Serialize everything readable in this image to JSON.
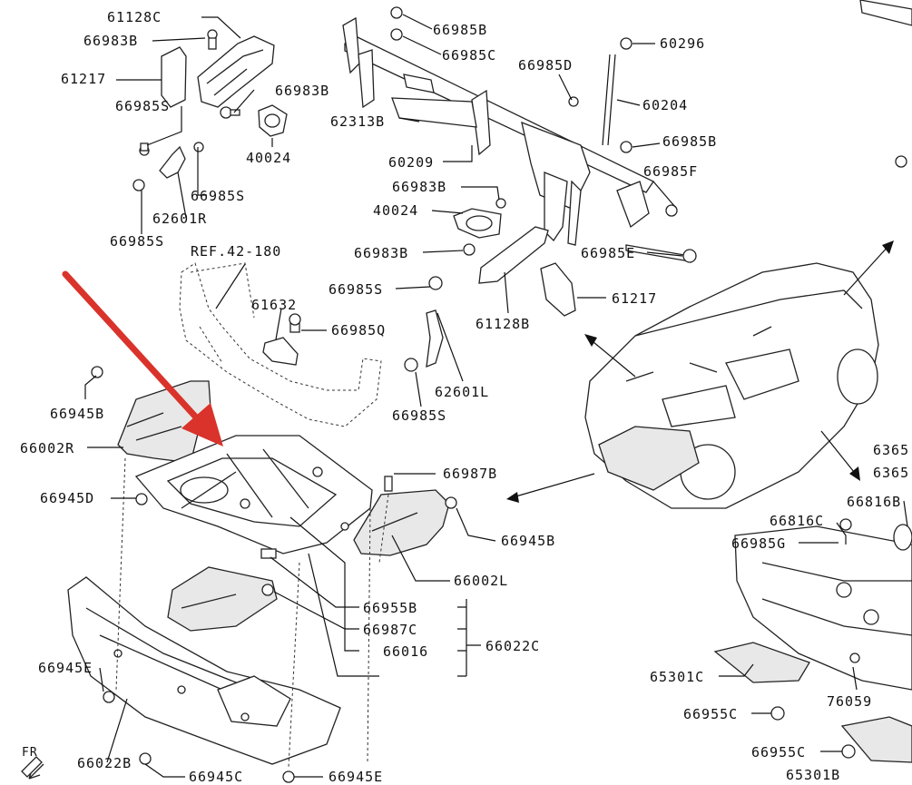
{
  "diagram": {
    "labels": {
      "l61128C": "61128C",
      "l66983B_a": "66983B",
      "l61217_a": "61217",
      "l66983B_b": "66983B",
      "l66985S_a": "66985S",
      "l40024_a": "40024",
      "l66985S_b": "66985S",
      "l62601R": "62601R",
      "l66985S_c": "66985S",
      "lREF": "REF.42-180",
      "l66985B_a": "66985B",
      "l66985C_a": "66985C",
      "l66985D": "66985D",
      "l60296": "60296",
      "l62313B": "62313B",
      "l60204": "60204",
      "l60209": "60209",
      "l66985B_b": "66985B",
      "l66985F": "66985F",
      "l66983B_c": "66983B",
      "l40024_b": "40024",
      "l66983B_d": "66983B",
      "l66985E": "66985E",
      "l66985S_d": "66985S",
      "l61217_b": "61217",
      "l61128B": "61128B",
      "l61632": "61632",
      "l66985Q": "66985Q",
      "l62601L": "62601L",
      "l66985S_e": "66985S",
      "l66945B_a": "66945B",
      "l66002R": "66002R",
      "l66987B": "66987B",
      "l66945D": "66945D",
      "l66945B_b": "66945B",
      "l66002L": "66002L",
      "l66955B": "66955B",
      "l66987C": "66987C",
      "l66022C": "66022C",
      "l66016": "66016",
      "l66945E_a": "66945E",
      "l66022B": "66022B",
      "l66945C": "66945C",
      "l66945E_b": "66945E",
      "lFR": "FR",
      "l6365a": "6365",
      "l6365b": "6365",
      "l66816B": "66816B",
      "l66816C": "66816C",
      "l66985G": "66985G",
      "l65301C": "65301C",
      "l76059": "76059",
      "l66955C_a": "66955C",
      "l66955C_b": "66955C",
      "l65301B": "65301B"
    },
    "colors": {
      "arrow": "#d9332b",
      "ink": "#111111",
      "background": "#ffffff"
    }
  }
}
